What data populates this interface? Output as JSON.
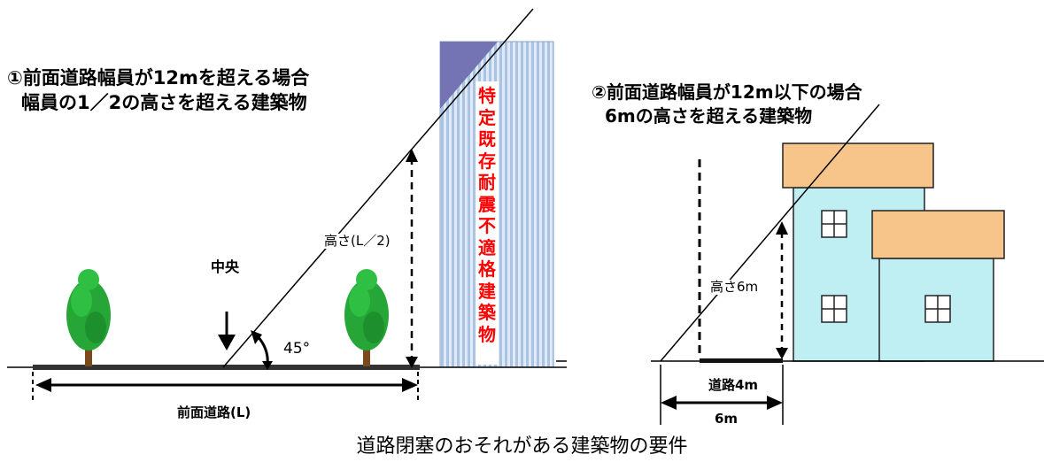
{
  "left": {
    "heading_line1": "①前面道路幅員が12mを超える場合",
    "heading_line2": "幅員の1／2の高さを超える建築物",
    "center_label": "中央",
    "angle_label": "45°",
    "height_label": "高さ(L／2)",
    "road_label": "前面道路(L)",
    "building_label": "特定既存耐震不適格建築物"
  },
  "right": {
    "heading_line1": "②前面道路幅員が12m以下の場合",
    "heading_line2": "6mの高さを超える建築物",
    "height_label": "高さ6m",
    "road_label": "道路4m",
    "width_label": "6m"
  },
  "caption": "道路閉塞のおそれがある建築物の要件",
  "colors": {
    "building_fill": "#c8dcf2",
    "building_stripe": "#9fb9d8",
    "triangle": "#7070b0",
    "house_wall": "#bfeef3",
    "house_roof": "#f7c48a",
    "tree_green": "#22a534",
    "trunk": "#7a4a1c",
    "label_red": "#ff0000"
  },
  "icons": [
    "tree-icon",
    "window-icon",
    "down-arrow-icon",
    "angle-arc-icon"
  ]
}
